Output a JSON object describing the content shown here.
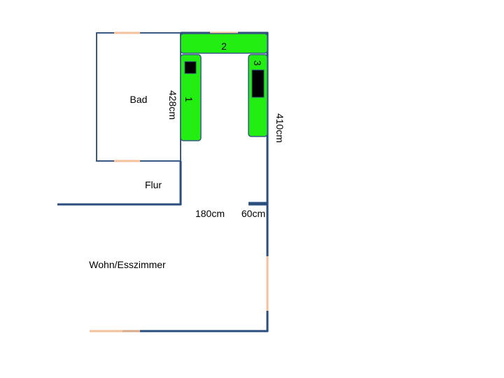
{
  "rooms": {
    "bad": "Bad",
    "flur": "Flur",
    "wohn": "Wohn/Esszimmer"
  },
  "counters": {
    "c1": "1",
    "c2": "2",
    "c3": "3"
  },
  "dimensions": {
    "left_length": "428cm",
    "right_length": "410cm",
    "width": "180cm",
    "stub": "60cm"
  },
  "colors": {
    "wall": "#2a4e7e",
    "window": "#f4c29a",
    "counter": "#22ee11",
    "appliance": "#000000"
  }
}
